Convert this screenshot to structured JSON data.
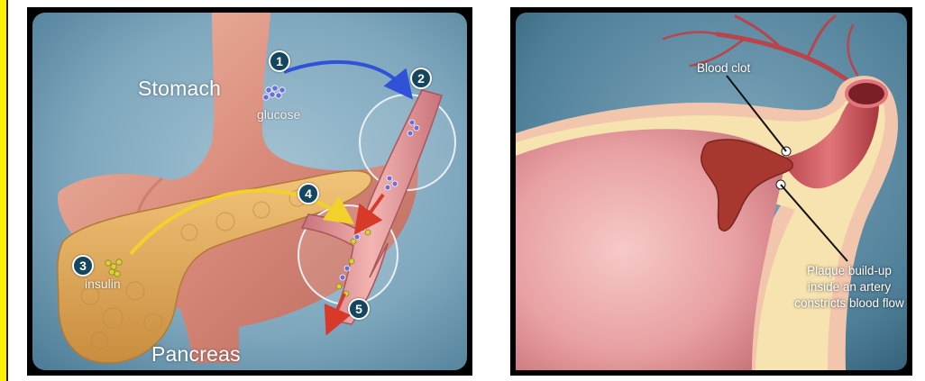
{
  "left_panel": {
    "labels": {
      "stomach": "Stomach",
      "glucose": "glucose",
      "insulin": "insulin",
      "pancreas": "Pancreas"
    },
    "steps": [
      "1",
      "2",
      "3",
      "4",
      "5"
    ]
  },
  "right_panel": {
    "labels": {
      "blood_clot": "Blood clot",
      "plaque": "Plaque build-up inside an artery constricts blood flow"
    }
  },
  "colors": {
    "background_blue": "#6f9bb2",
    "step_badge": "#14465f",
    "glucose_dots": "#6a6fd8",
    "insulin_dots": "#d9d03a",
    "arrow_blue": "#2f52d8",
    "arrow_yellow": "#f2d12a",
    "arrow_red": "#d83a2a",
    "artery_pink": "#e8a0a3",
    "clot_red": "#a8382f",
    "plaque_yellow": "#f5dd8a"
  }
}
